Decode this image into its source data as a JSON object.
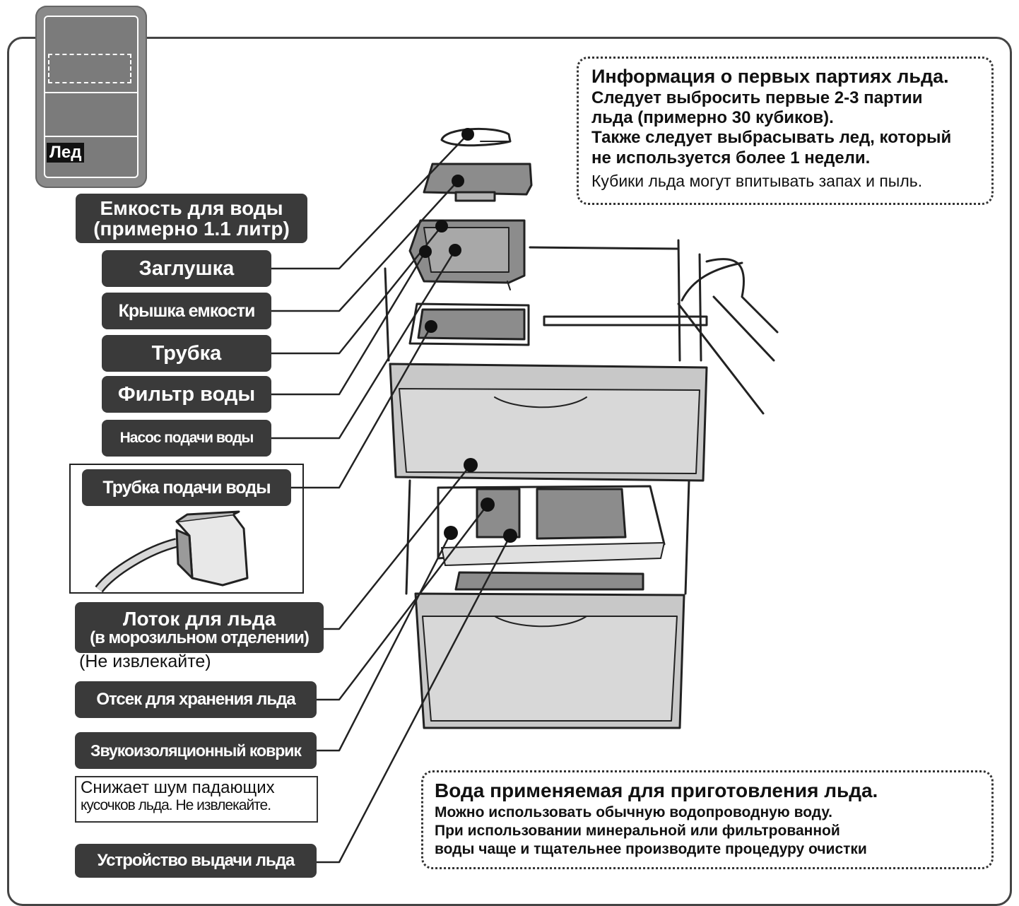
{
  "fridge_icon": {
    "ice_label": "Лед"
  },
  "labels": {
    "water_tank_line1": "Емкость для воды",
    "water_tank_line2": "(примерно 1.1 литр)",
    "plug": "Заглушка",
    "tank_lid": "Крышка емкости",
    "tube": "Трубка",
    "water_filter": "Фильтр воды",
    "water_pump": "Насос подачи воды",
    "water_supply_tube": "Трубка подачи воды",
    "ice_tray_line1": "Лоток для льда",
    "ice_tray_line2": "(в морозильном отделении)",
    "ice_tray_note": "(Не извлекайте)",
    "ice_storage": "Отсек для хранения льда",
    "sound_mat": "Звукоизоляционный коврик",
    "sound_mat_note_line1": "Снижает шум падающих",
    "sound_mat_note_line2": "кусочков льда. Не извлекайте.",
    "ice_dispenser": "Устройство выдачи льда"
  },
  "info_first_batches": {
    "title": "Информация о первых партиях льда.",
    "line1": "Следует выбросить первые 2-3 партии",
    "line2": "льда (примерно 30 кубиков).",
    "line3": "Также следует выбрасывать лед, который",
    "line4": "не используется более 1 недели.",
    "line5": "Кубики льда могут впитывать запах и пыль."
  },
  "info_water": {
    "title": "Вода применяемая для приготовления льда.",
    "line1": "Можно использовать обычную водопроводную воду.",
    "line2": "При использовании минеральной или фильтрованной",
    "line3": "воды чаще и тщательнее производите процедуру очистки"
  }
}
